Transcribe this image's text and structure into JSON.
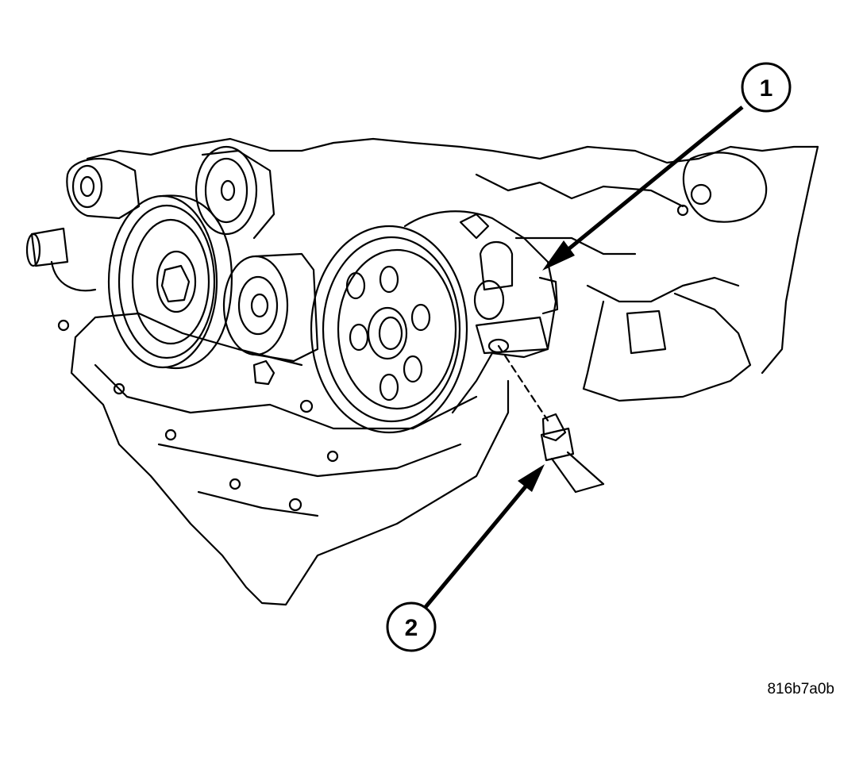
{
  "figure": {
    "id": "816b7a0b",
    "callouts": [
      {
        "number": "1"
      },
      {
        "number": "2"
      }
    ]
  },
  "colors": {
    "ink": "#000000",
    "paper": "#ffffff"
  }
}
